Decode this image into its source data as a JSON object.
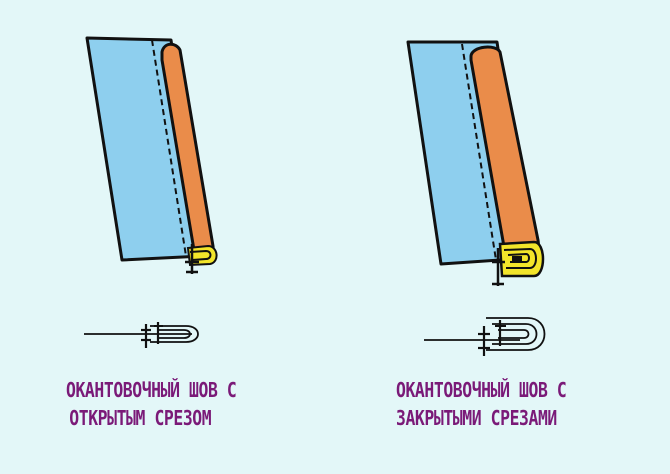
{
  "captions": {
    "open_cut": {
      "line1": "ОКАНТОВОЧНЫЙ ШОВ С",
      "line2": "ОТКРЫТЫМ СРЕЗОМ"
    },
    "closed_cut": {
      "line1": "ОКАНТОВОЧНЫЙ ШОВ С",
      "line2": "ЗАКРЫТЫМИ СРЕЗАМИ"
    }
  },
  "colors": {
    "background": "#e3f7f8",
    "fabric": "#8ecfee",
    "binding": "#ea8c4a",
    "edge": "#f3e52a",
    "outline": "#111111",
    "caption": "#7a1a78"
  }
}
